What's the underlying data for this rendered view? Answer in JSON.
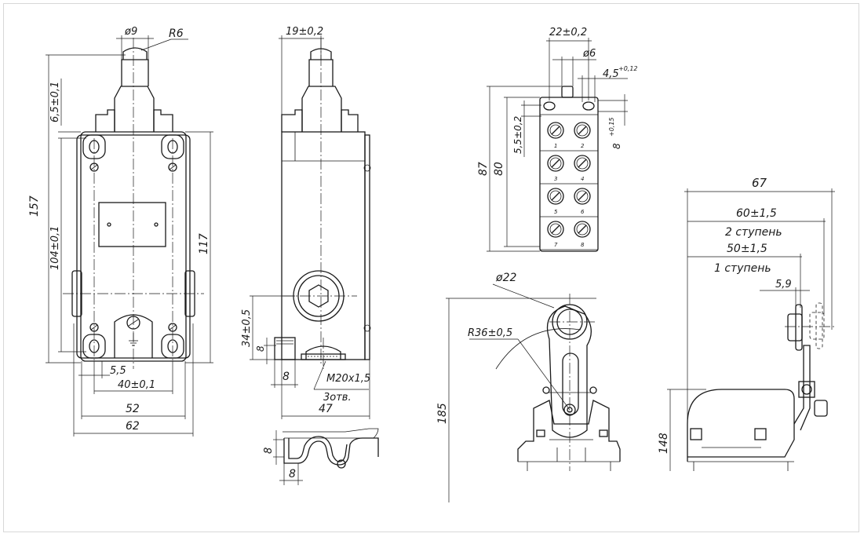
{
  "front_view": {
    "d_pin": "ø9",
    "r_tip": "R6",
    "h_total": "157",
    "h_top": "6,5±0,1",
    "h_holes": "104±0,1",
    "h_body": "117",
    "w_slot": "5,5",
    "w_holes": "40±0,1",
    "w_mid": "52",
    "w_total": "62"
  },
  "side_view": {
    "w_top": "19±0,2",
    "h_port": "34±0,5",
    "h_small": "8",
    "w_small": "8",
    "thread": "M20x1,5",
    "holes_note": "3отв.",
    "depth": "47"
  },
  "bracket_view": {
    "h": "8",
    "w": "8"
  },
  "terminal_view": {
    "w_top": "22±0,2",
    "d_hole": "ø6",
    "w_slot": "4,5",
    "w_slot_tol": "+0,12",
    "h_total": "87",
    "h_mid": "80",
    "h_pitch": "5,5±0,2",
    "h_slot": "8",
    "h_slot_tol": "+0,15",
    "terminal_numbers": [
      "1",
      "2",
      "3",
      "4",
      "5",
      "6",
      "7",
      "8"
    ]
  },
  "lever_view": {
    "d_roller": "ø22",
    "r_arc": "R36±0,5",
    "h_total": "185"
  },
  "stage_view": {
    "w_total": "67",
    "w_stage2": "60±1,5",
    "stage2_label": "2 ступень",
    "w_stage1": "50±1,5",
    "stage1_label": "1 ступень",
    "w_small": "5,9",
    "h_total": "148"
  }
}
